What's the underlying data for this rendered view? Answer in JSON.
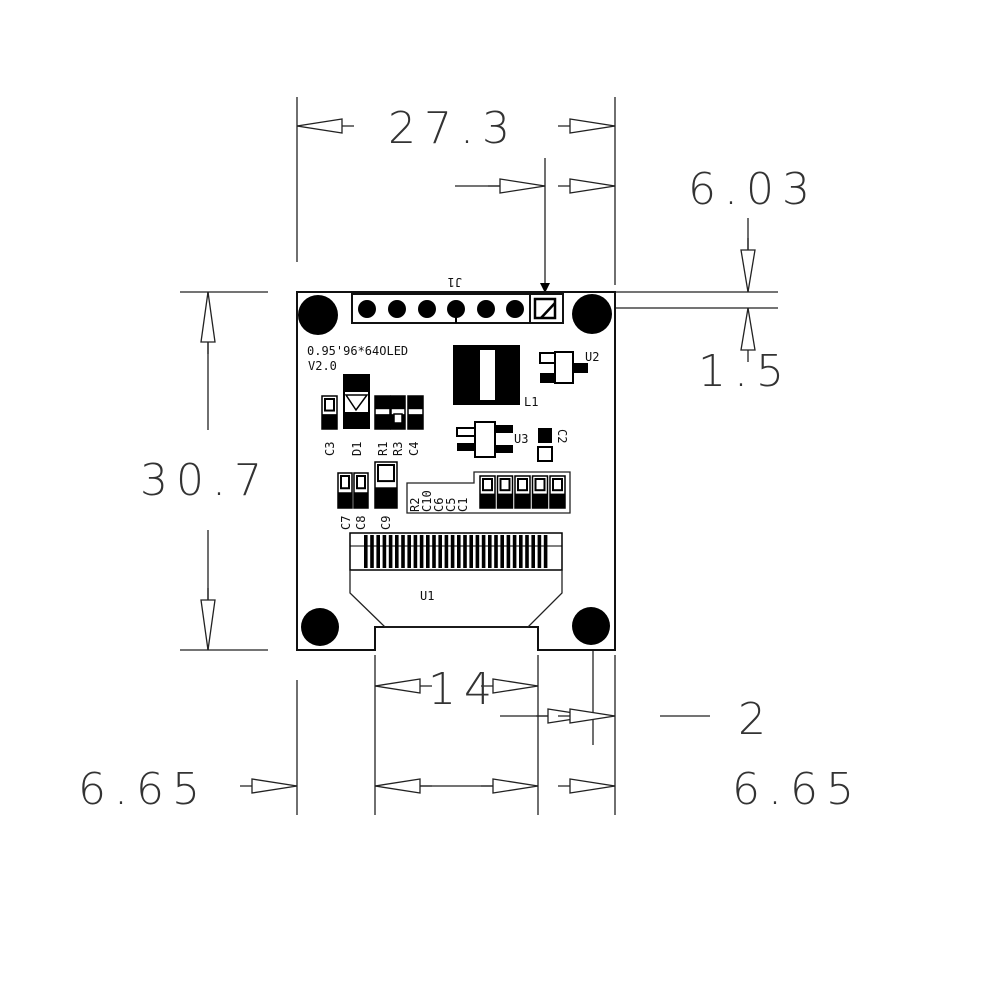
{
  "dimensions": {
    "width": "27.3",
    "pin1_offset": "6.03",
    "pin_row_offset": "1.5",
    "height": "30.7",
    "flex_width": "14",
    "flex_gap": "2",
    "left_margin": "6.65",
    "right_margin": "6.65"
  },
  "board": {
    "model_text": "0.95'96*64OLED",
    "version": "V2.0",
    "header_label": "J1",
    "components": {
      "L1": "L1",
      "U2": "U2",
      "U3": "U3",
      "C2": "C2",
      "C3": "C3",
      "D1": "D1",
      "R1": "R1",
      "R3": "R3",
      "C4": "C4",
      "C7": "C7",
      "C8": "C8",
      "C9": "C9",
      "R2": "R2",
      "C10": "C10",
      "C6": "C6",
      "C5": "C5",
      "C1": "C1",
      "U1": "U1"
    }
  }
}
